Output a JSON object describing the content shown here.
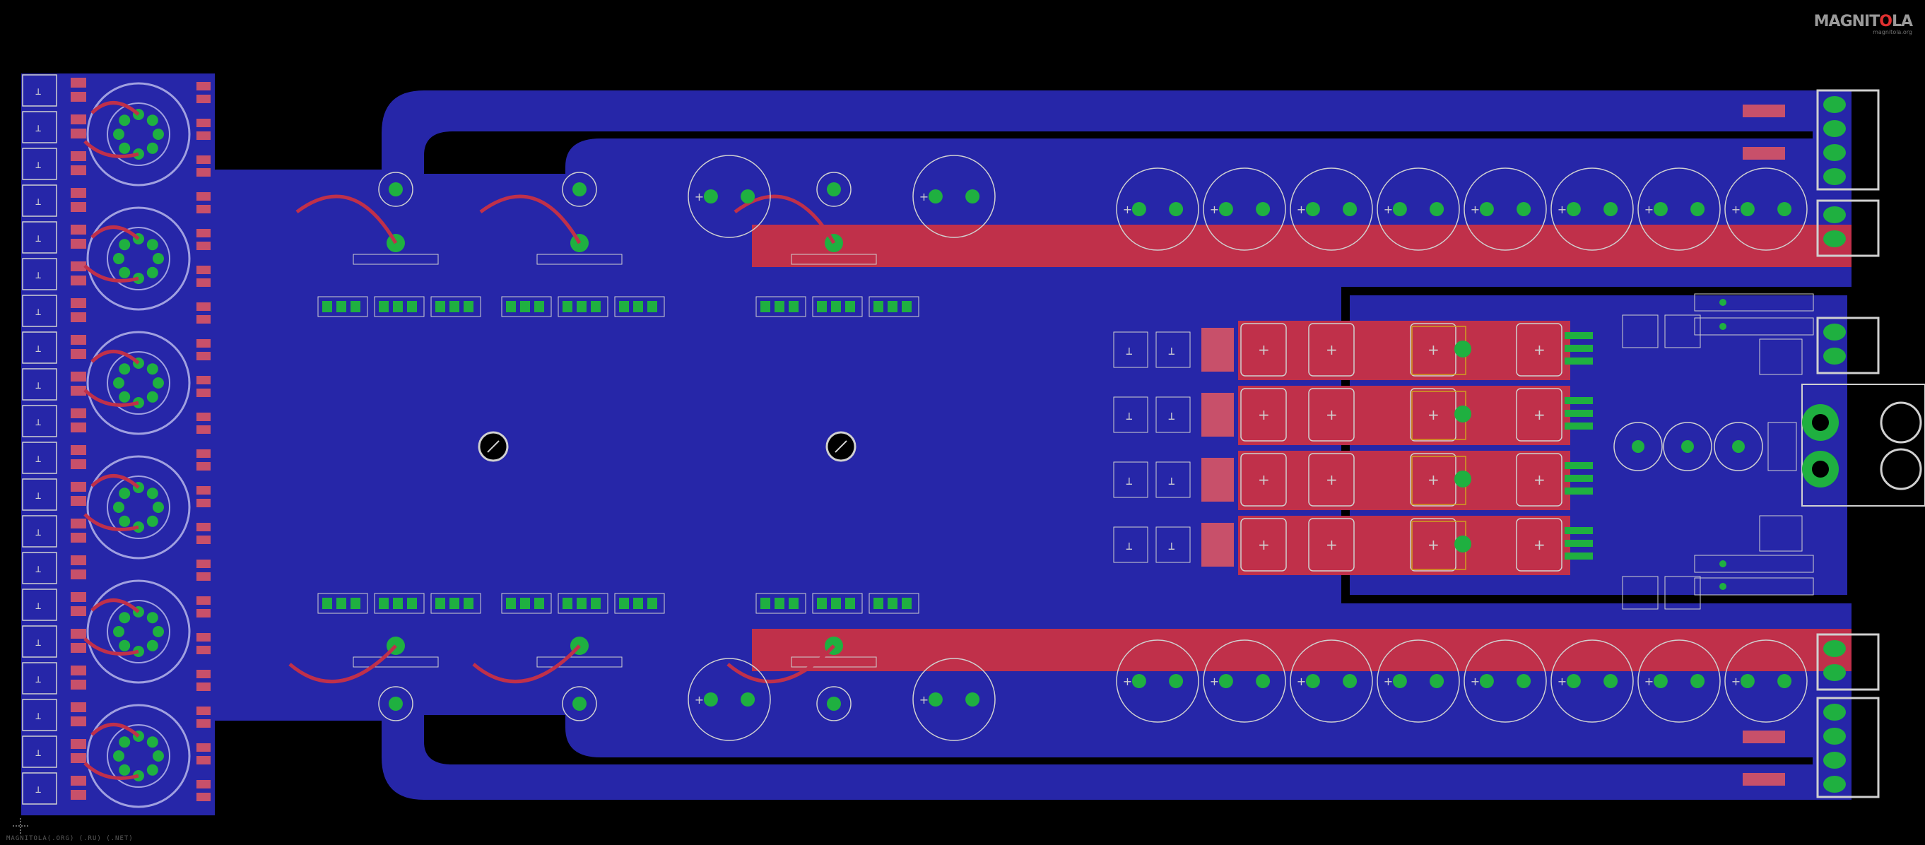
{
  "brand": {
    "logo_text_a": "MAGNIT",
    "logo_text_accent": "O",
    "logo_text_b": "LA",
    "logo_sub": "magnitola.org"
  },
  "footer": {
    "text": "MAGNITOLA(.ORG) (.RU) (.NET)"
  },
  "colors": {
    "background": "#000000",
    "ground_pour": "#2626a8",
    "copper_top": "#c0304a",
    "copper_top_pad": "#c8506a",
    "pad_via": "#1fb040",
    "silkscreen": "#d0d0d0",
    "outline": "#a0a0e0"
  },
  "icons": [
    "mounting-hole-icon",
    "capacitor-icon",
    "transistor-icon",
    "terminal-block-icon",
    "connector-icon",
    "crosshair-icon"
  ]
}
